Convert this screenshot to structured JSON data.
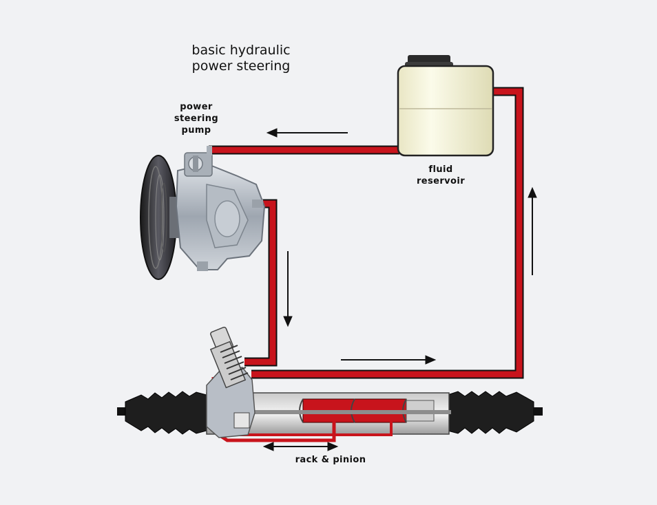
{
  "title": {
    "line1": "basic hydraulic",
    "line2": "power steering"
  },
  "components": {
    "pump": {
      "line1": "power",
      "line2": "steering",
      "line3": "pump"
    },
    "reservoir": {
      "line1": "fluid",
      "line2": "reservoir"
    },
    "rack": {
      "label": "rack & pinion"
    }
  },
  "colors": {
    "background": "#f1f2f4",
    "fluid_line": "#c8141c",
    "line_outline": "#111111",
    "arrow": "#111111"
  },
  "flow_arrows": [
    "left",
    "down",
    "right",
    "up",
    "left-right"
  ]
}
